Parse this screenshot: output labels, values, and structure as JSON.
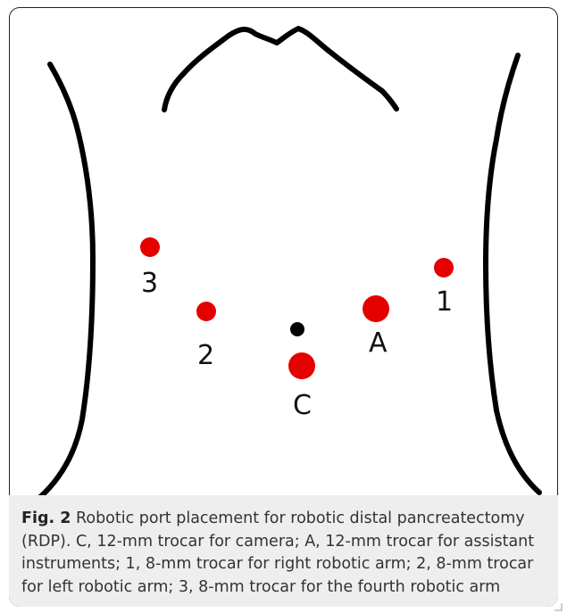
{
  "diagram": {
    "ports": [
      {
        "id": "C",
        "label": "C",
        "color": "#e50000",
        "size": "large"
      },
      {
        "id": "A",
        "label": "A",
        "color": "#e50000",
        "size": "large"
      },
      {
        "id": "1",
        "label": "1",
        "color": "#e50000",
        "size": "medium"
      },
      {
        "id": "2",
        "label": "2",
        "color": "#e50000",
        "size": "medium"
      },
      {
        "id": "3",
        "label": "3",
        "color": "#e50000",
        "size": "medium"
      },
      {
        "id": "umbilicus",
        "label": "",
        "color": "#000000",
        "size": "small"
      }
    ],
    "colors": {
      "outline": "#000000",
      "port": "#e50000",
      "caption_bg": "#eeeeee"
    }
  },
  "caption": {
    "fig_label": "Fig. 2",
    "text": "Robotic port placement for robotic distal pancreatectomy (RDP). C, 12-mm trocar for camera; A, 12-mm trocar for assistant instruments; 1, 8-mm trocar for right robotic arm; 2, 8-mm trocar for left robotic arm; 3, 8-mm trocar for the fourth robotic arm"
  }
}
